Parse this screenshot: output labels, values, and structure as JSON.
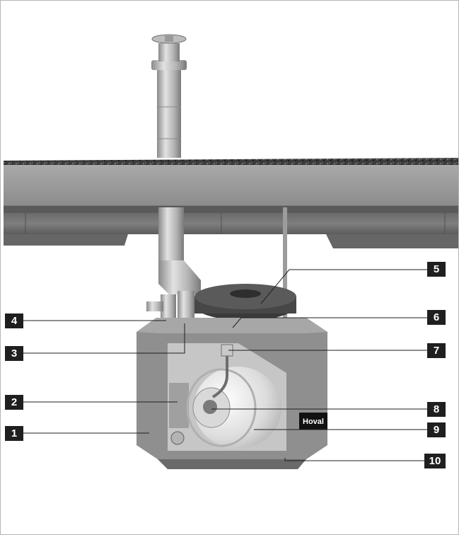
{
  "brand_label": "Hoval",
  "callouts": [
    {
      "number": "1"
    },
    {
      "number": "2"
    },
    {
      "number": "3"
    },
    {
      "number": "4"
    },
    {
      "number": "5"
    },
    {
      "number": "6"
    },
    {
      "number": "7"
    },
    {
      "number": "8"
    },
    {
      "number": "9"
    },
    {
      "number": "10"
    }
  ]
}
